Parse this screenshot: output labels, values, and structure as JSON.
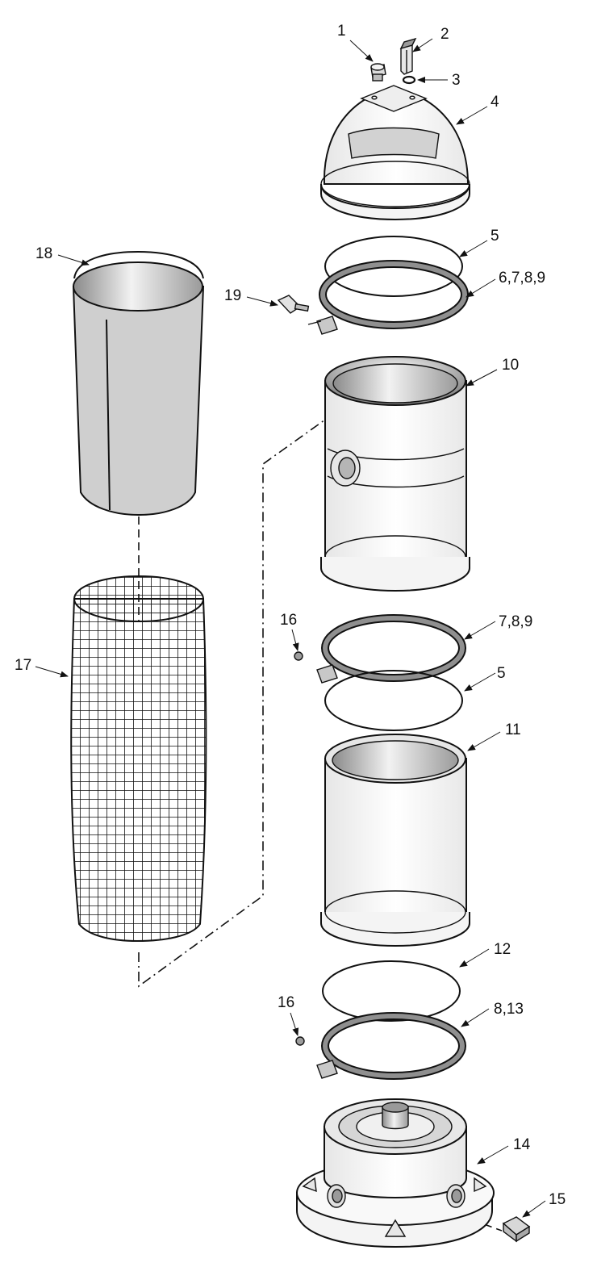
{
  "figure": {
    "callouts": [
      {
        "id": "c1",
        "label": "1"
      },
      {
        "id": "c2",
        "label": "2"
      },
      {
        "id": "c3",
        "label": "3"
      },
      {
        "id": "c4",
        "label": "4"
      },
      {
        "id": "c5a",
        "label": "5"
      },
      {
        "id": "c6789",
        "label": "6,7,8,9"
      },
      {
        "id": "c10",
        "label": "10"
      },
      {
        "id": "c789",
        "label": "7,8,9"
      },
      {
        "id": "c5b",
        "label": "5"
      },
      {
        "id": "c11",
        "label": "11"
      },
      {
        "id": "c12",
        "label": "12"
      },
      {
        "id": "c813",
        "label": "8,13"
      },
      {
        "id": "c14",
        "label": "14"
      },
      {
        "id": "c15",
        "label": "15"
      },
      {
        "id": "c16a",
        "label": "16"
      },
      {
        "id": "c16b",
        "label": "16"
      },
      {
        "id": "c17",
        "label": "17"
      },
      {
        "id": "c18",
        "label": "18"
      },
      {
        "id": "c19",
        "label": "19"
      }
    ]
  }
}
